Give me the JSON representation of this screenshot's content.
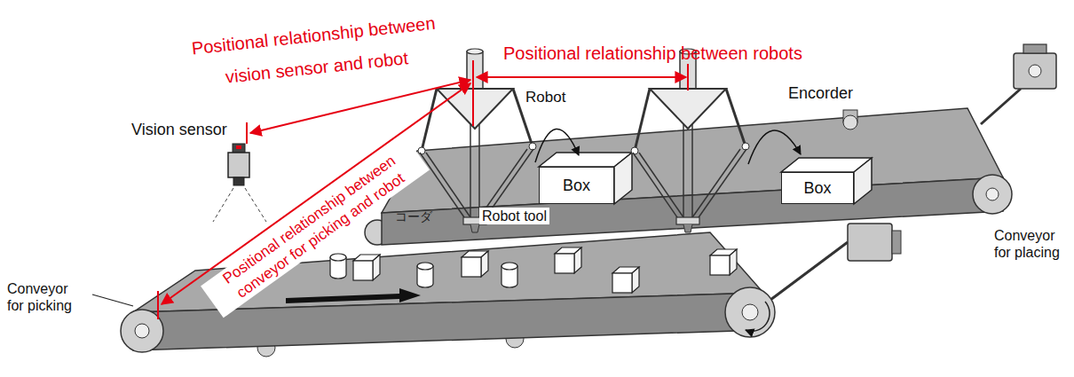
{
  "diagram": {
    "nodes": [
      {
        "text": [
          "Box"
        ]
      },
      {
        "text": [
          "Box"
        ]
      }
    ],
    "labels": [
      "Positional relationship between vision sensor and robot",
      "Positional relationship between robots",
      "Vision sensor",
      "Robot",
      "Encorder",
      "Positional relationship between conveyor for picking and robot",
      "コーダ",
      "Robot tool",
      "Conveyor for picking",
      "Conveyor for placing"
    ]
  }
}
